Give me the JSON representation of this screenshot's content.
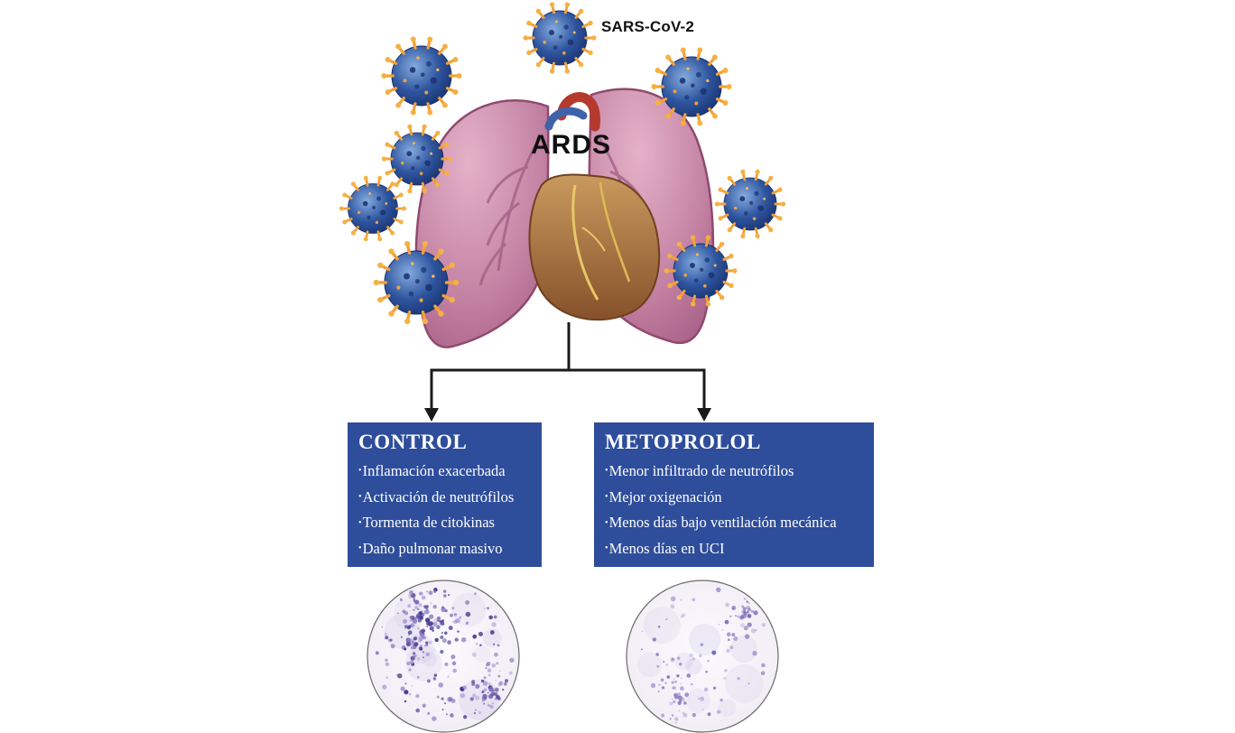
{
  "labels": {
    "virus": "SARS-CoV-2",
    "condition": "ARDS"
  },
  "boxes": {
    "control": {
      "title": "CONTROL",
      "items": [
        "Inflamación exacerbada",
        "Activación de neutrófilos",
        "Tormenta de citokinas",
        "Daño pulmonar masivo"
      ]
    },
    "metoprolol": {
      "title": "METOPROLOL",
      "items": [
        "Menor infiltrado de neutrófilos",
        "Mejor oxigenación",
        "Menos días bajo ventilación mecánica",
        "Menos días en UCI"
      ]
    }
  },
  "colors": {
    "box_blue": "#2e4d9b",
    "virus_blue": "#2a4f9e",
    "spike_orange": "#f0a23a",
    "lung_pink": "#b36a90",
    "heart_brown": "#8d5a30",
    "arrow_black": "#1a1a1a",
    "microscopy_purple": "#5b4ea8"
  }
}
